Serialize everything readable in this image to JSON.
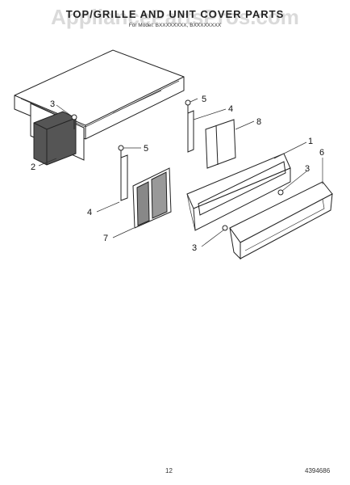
{
  "header": {
    "title": "TOP/GRILLE AND UNIT COVER PARTS",
    "subtitle": "For Model: BXXXXXXXX, BXXXXXXXX",
    "watermark": "AppliancePartsPros.com"
  },
  "callouts": {
    "c1": "1",
    "c2": "2",
    "c3a": "3",
    "c3b": "3",
    "c3c": "3",
    "c4a": "4",
    "c4b": "4",
    "c5a": "5",
    "c5b": "5",
    "c6": "6",
    "c7": "7",
    "c8": "8"
  },
  "footer": {
    "page_number": "12",
    "document_number": "4394686"
  }
}
